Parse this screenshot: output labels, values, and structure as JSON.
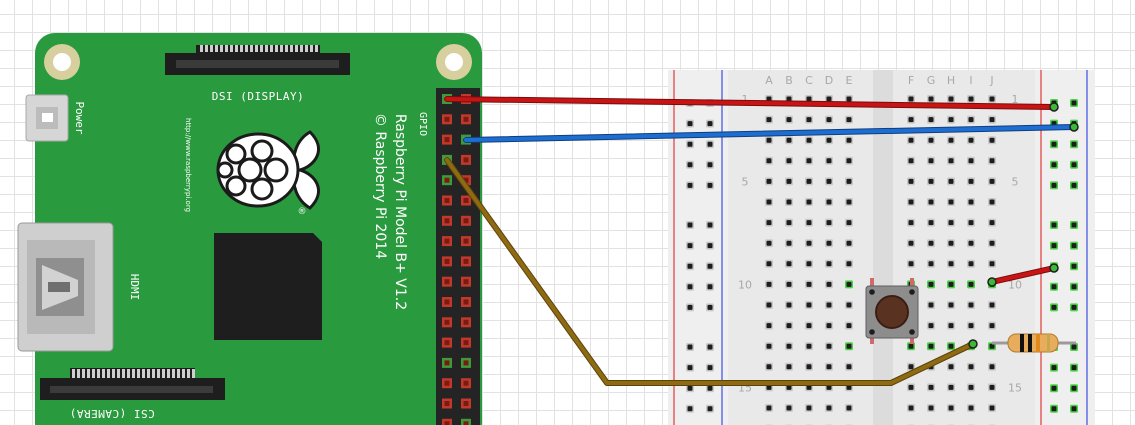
{
  "pi": {
    "power_label": "Power",
    "dsi_label": "DSI (DISPLAY)",
    "csi_label": "CSI (CAMERA)",
    "hdmi_label": "HDMI",
    "gpio_label": "GPIO",
    "url_text": "http://www.raspberrypi.org",
    "model_text": "Raspberry Pi Model B+ V1.2",
    "copyright_text": "© Raspberry Pi 2014",
    "registered_mark": "®",
    "board_color": "#2a9a3e"
  },
  "breadboard": {
    "columns_left": [
      "A",
      "B",
      "C",
      "D",
      "E"
    ],
    "columns_right": [
      "F",
      "G",
      "H",
      "I",
      "J"
    ],
    "row_numbers": [
      "1",
      "5",
      "10",
      "15"
    ]
  },
  "wires": [
    {
      "name": "red-wire",
      "color": "#c81414"
    },
    {
      "name": "blue-wire",
      "color": "#1e6ed2"
    },
    {
      "name": "brown-wire",
      "color": "#8e6a12"
    },
    {
      "name": "red-jumper",
      "color": "#c81414"
    }
  ]
}
